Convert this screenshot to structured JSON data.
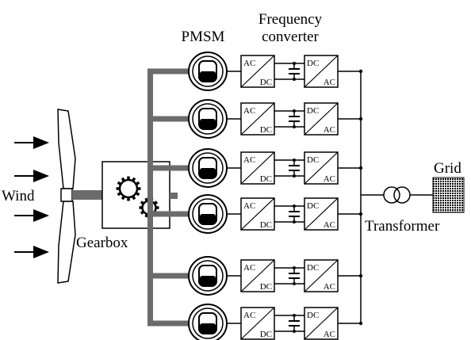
{
  "labels": {
    "pmsm": "PMSM",
    "freq_line1": "Frequency",
    "freq_line2": "converter",
    "wind": "Wind",
    "gearbox": "Gearbox",
    "grid": "Grid",
    "transformer": "Transformer"
  },
  "converter": {
    "rectifier_in": "AC",
    "rectifier_out": "DC",
    "inverter_in": "DC",
    "inverter_out": "AC"
  },
  "units": [
    "unit-1",
    "unit-2",
    "unit-3",
    "unit-4",
    "unit-5",
    "unit-6"
  ],
  "icons": {
    "gear": "gear-icon",
    "transformer": "transformer-icon",
    "grid": "grid-icon",
    "wind_arrow": "wind-arrow-icon"
  }
}
